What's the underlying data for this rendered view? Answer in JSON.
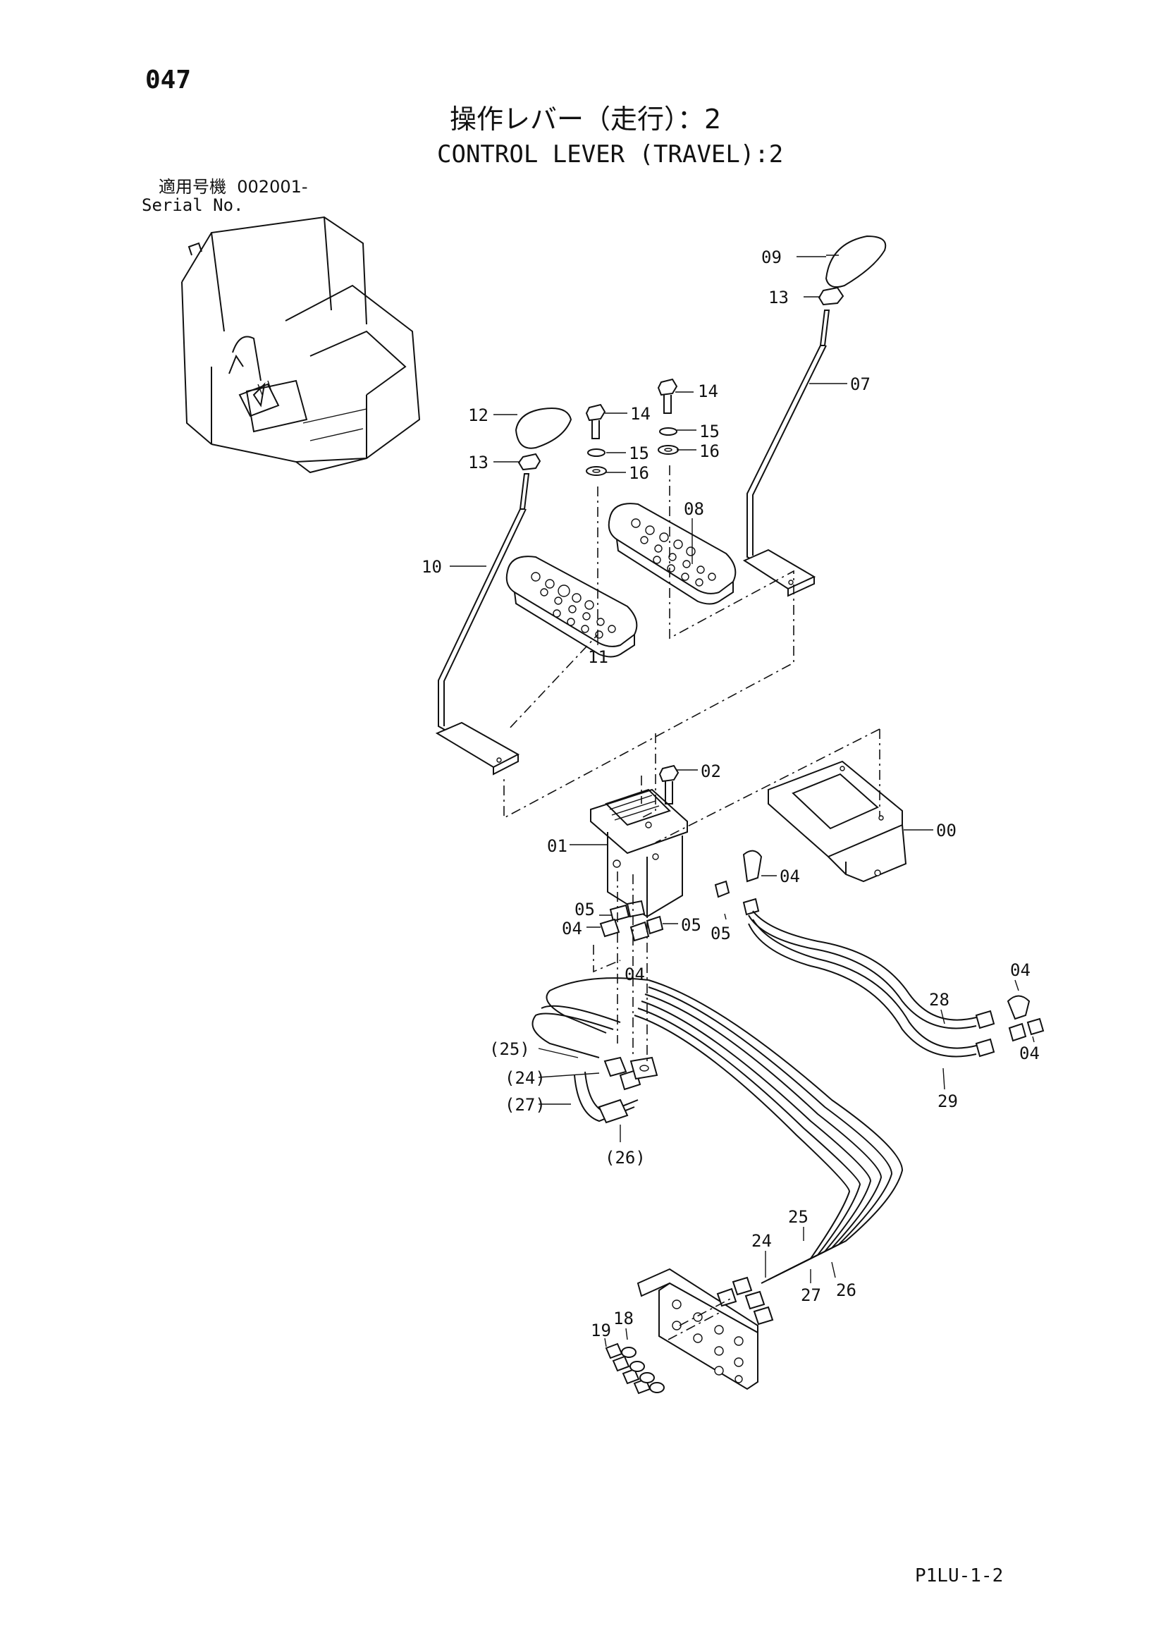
{
  "header": {
    "page_number": "047",
    "title_jp": "操作レバー（走行）：2",
    "title_en": "CONTROL LEVER (TRAVEL):2",
    "serial_label_jp": "適用号機",
    "serial_value": "002001-",
    "serial_label_en": "Serial No."
  },
  "callouts": {
    "c09": "09",
    "c13a": "13",
    "c14a": "14",
    "c07": "07",
    "c15a": "15",
    "c16a": "16",
    "c12": "12",
    "c14b": "14",
    "c15b": "15",
    "c16b": "16",
    "c13b": "13",
    "c08": "08",
    "c10": "10",
    "c11": "11",
    "c02": "02",
    "c00": "00",
    "c01": "01",
    "c04a": "04",
    "c05a": "05",
    "c04b": "04",
    "c05b": "05",
    "c05c": "05",
    "c04c": "04",
    "c04d": "04",
    "c28": "28",
    "c04e": "04",
    "c29": "29",
    "c25p": "(25)",
    "c24p": "(24)",
    "c27p": "(27)",
    "c26p": "(26)",
    "c25": "25",
    "c24": "24",
    "c27": "27",
    "c26": "26",
    "c19": "19",
    "c18": "18"
  },
  "footer": {
    "code": "P1LU-1-2"
  }
}
